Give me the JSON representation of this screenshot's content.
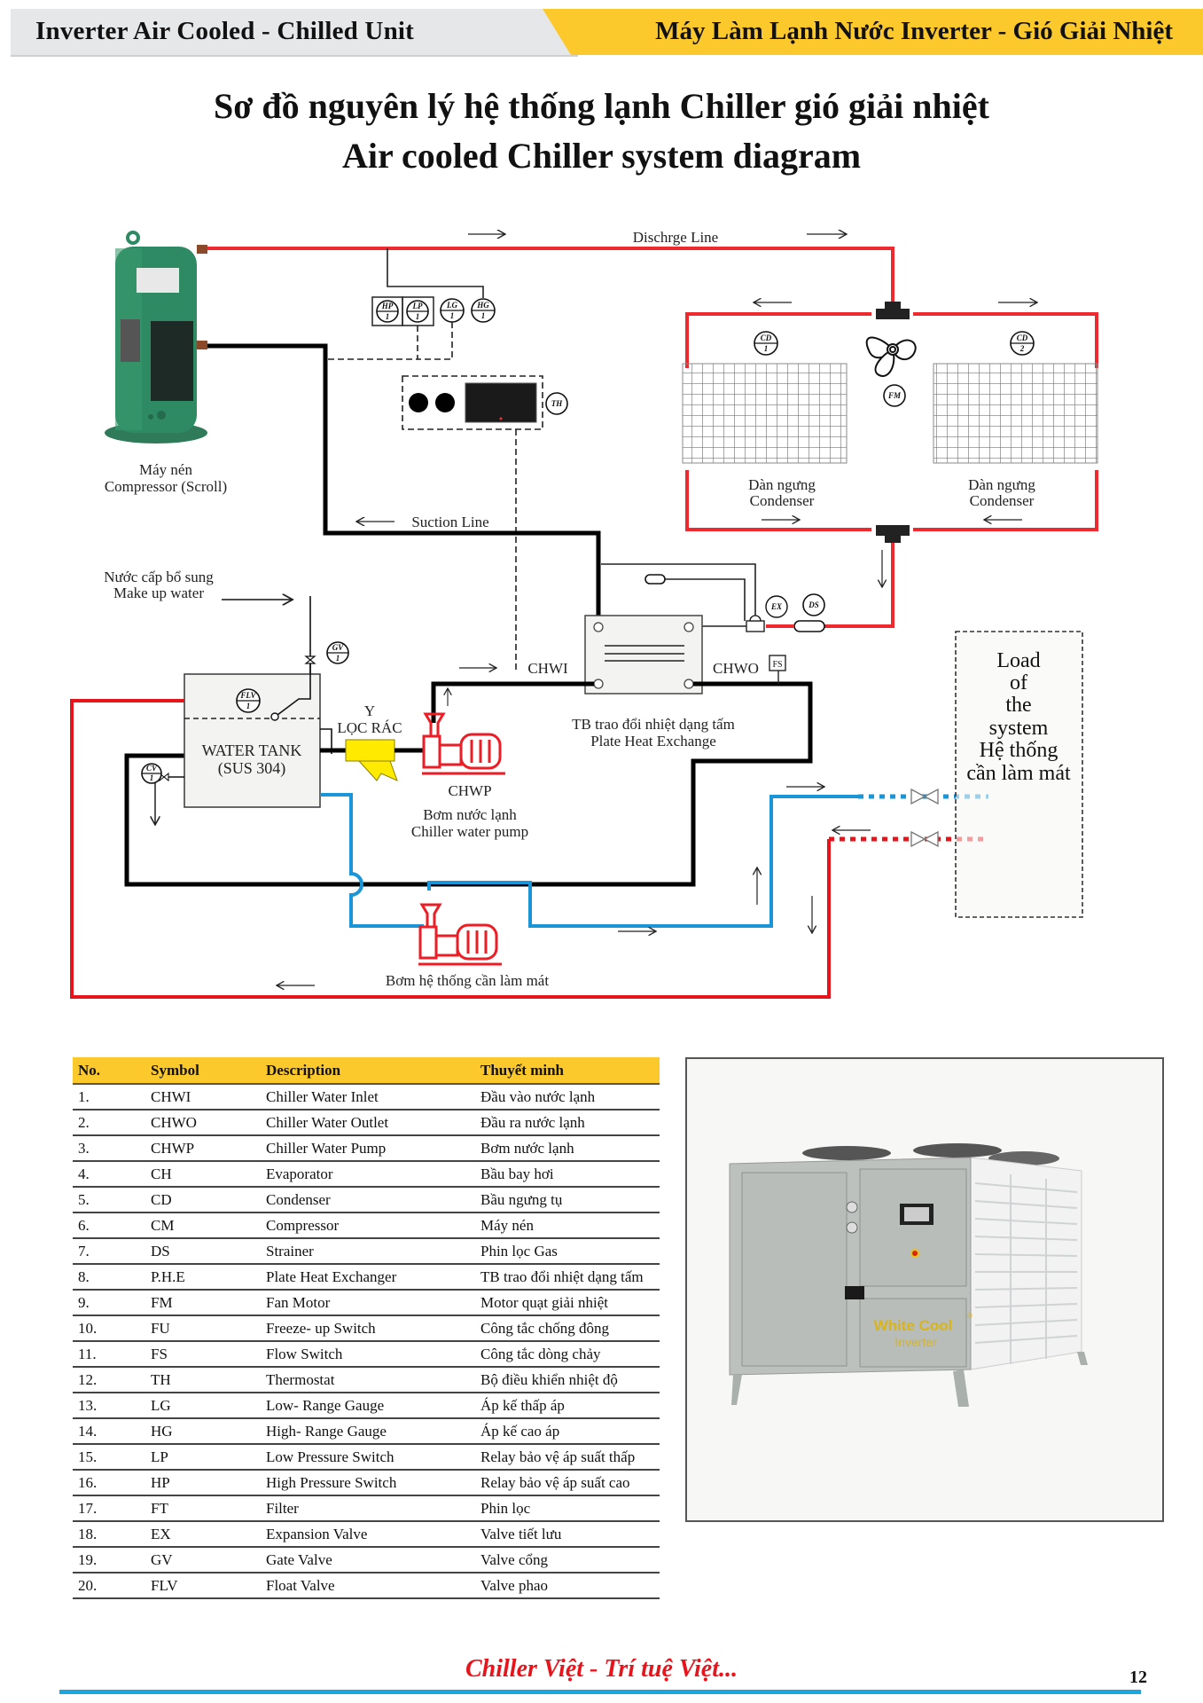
{
  "header": {
    "left_title": "Inverter Air Cooled - Chilled Unit",
    "right_title": "Máy Làm Lạnh Nước Inverter - Gió Giải Nhiệt",
    "colors": {
      "gray_band": "#e6e7e9",
      "yellow_band": "#fcc92c"
    }
  },
  "title": {
    "line1": "Sơ đồ nguyên lý hệ thống lạnh Chiller gió giải nhiệt",
    "line2": "Air cooled Chiller system diagram"
  },
  "diagram": {
    "colors": {
      "discharge": "#ee2a2e",
      "suction": "#000000",
      "chilled_supply": "#1a95d8",
      "return_hot": "#e8141b",
      "strainer": "#ffea00",
      "pump": "#ee1c24"
    },
    "labels": {
      "discharge_line": "Dischrge Line",
      "suction_line": "Suction Line",
      "compressor_vn": "Máy nén",
      "compressor_en": "Compressor (Scroll)",
      "condenser_vn": "Dàn ngưng",
      "condenser_en": "Condenser",
      "makeup_vn": "Nước cấp bổ sung",
      "makeup_en": "Make up water",
      "water_tank_1": "WATER TANK",
      "water_tank_2": "(SUS 304)",
      "strainer_y": "Y",
      "strainer_vn": "LỌC RÁC",
      "chwp": "CHWP",
      "chwp_vn": "Bơm nước lạnh",
      "chwp_en": "Chiller water pump",
      "chwi": "CHWI",
      "chwo": "CHWO",
      "phe_vn": "TB trao đổi nhiệt dạng tấm",
      "phe_en": "Plate Heat Exchange",
      "load_lines": [
        "Load",
        "of",
        "the",
        "system",
        "Hệ thống",
        "cần làm mát"
      ],
      "system_pump": "Bơm hệ thống cần làm mát"
    },
    "tags": {
      "hp": [
        "HP",
        "1"
      ],
      "lp": [
        "LP",
        "1"
      ],
      "lg": [
        "LG",
        "1"
      ],
      "hg": [
        "HG",
        "1"
      ],
      "th": "TH",
      "cd1": [
        "CD",
        "1"
      ],
      "cd2": [
        "CD",
        "2"
      ],
      "fm": "FM",
      "ex": "EX",
      "ds": "DS",
      "fs": "FS",
      "gv": [
        "GV",
        "1"
      ],
      "flv": [
        "FLV",
        "1"
      ],
      "cv": [
        "CV",
        "1"
      ]
    }
  },
  "legend_table": {
    "headers": [
      "No.",
      "Symbol",
      "Description",
      "Thuyết minh"
    ],
    "rows": [
      [
        "1.",
        "CHWI",
        "Chiller Water Inlet",
        "Đầu vào nước lạnh"
      ],
      [
        "2.",
        "CHWO",
        "Chiller Water Outlet",
        "Đầu ra nước lạnh"
      ],
      [
        "3.",
        "CHWP",
        "Chiller Water Pump",
        "Bơm nước lạnh"
      ],
      [
        "4.",
        "CH",
        "Evaporator",
        "Bầu bay hơi"
      ],
      [
        "5.",
        "CD",
        "Condenser",
        "Bầu ngưng tụ"
      ],
      [
        "6.",
        "CM",
        "Compressor",
        "Máy nén"
      ],
      [
        "7.",
        "DS",
        "Strainer",
        "Phin lọc Gas"
      ],
      [
        "8.",
        "P.H.E",
        "Plate Heat Exchanger",
        "TB trao đổi nhiệt dạng tấm"
      ],
      [
        "9.",
        "FM",
        "Fan Motor",
        "Motor quạt giải nhiệt"
      ],
      [
        "10.",
        "FU",
        "Freeze- up Switch",
        "Công tắc chống đông"
      ],
      [
        "11.",
        "FS",
        "Flow Switch",
        "Công tắc dòng chảy"
      ],
      [
        "12.",
        "TH",
        "Thermostat",
        "Bộ điều khiển nhiệt độ"
      ],
      [
        "13.",
        "LG",
        "Low- Range Gauge",
        "Áp kế thấp áp"
      ],
      [
        "14.",
        "HG",
        "High- Range Gauge",
        "Áp kế cao áp"
      ],
      [
        "15.",
        "LP",
        "Low Pressure Switch",
        "Relay bảo vệ áp suất thấp"
      ],
      [
        "16.",
        "HP",
        "High Pressure Switch",
        "Relay bảo vệ áp suất cao"
      ],
      [
        "17.",
        "FT",
        "Filter",
        "Phin lọc"
      ],
      [
        "18.",
        "EX",
        "Expansion Valve",
        "Valve tiết lưu"
      ],
      [
        "19.",
        "GV",
        "Gate Valve",
        "Valve cổng"
      ],
      [
        "20.",
        "FLV",
        "Float Valve",
        "Valve phao"
      ]
    ]
  },
  "product": {
    "brand": "White Cool",
    "sub": "Inverter",
    "reg_mark": "®"
  },
  "footer": {
    "slogan": "Chiller Việt - Trí tuệ Việt...",
    "page_number": "12"
  }
}
